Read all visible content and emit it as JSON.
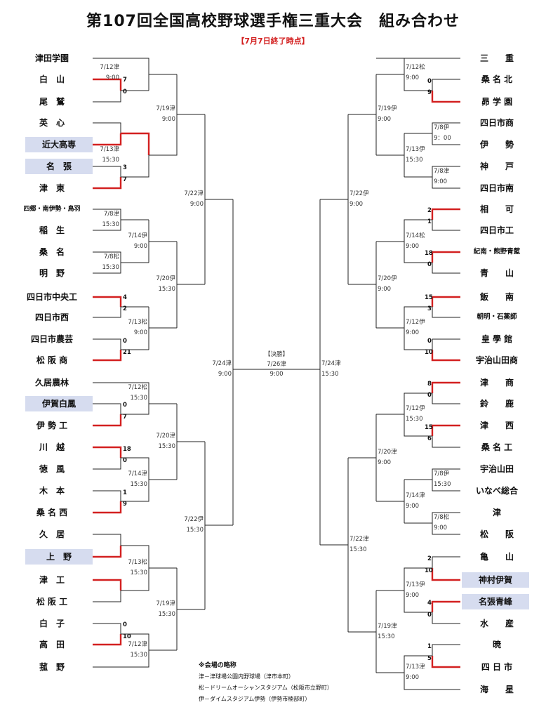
{
  "title": "第107回全国高校野球選手権三重大会　組み合わせ",
  "subtitle": "【7月7日終了時点】",
  "left_teams": [
    "津田学園",
    "白　山",
    "尾　鷲",
    "英　心",
    "近大高専",
    "名　張",
    "津　東",
    "四郷・南伊勢・鳥羽",
    "稲　生",
    "桑　名",
    "明　野",
    "四日市中央工",
    "四日市西",
    "四日市農芸",
    "松 阪 商",
    "久居農林",
    "伊賀白鳳",
    "伊 勢 工",
    "川　越",
    "徳　風",
    "木　本",
    "桑 名 西",
    "久　居",
    "上　野",
    "津　工",
    "松 阪 工",
    "白　子",
    "高　田",
    "菰　野"
  ],
  "right_teams": [
    "三　　重",
    "桑 名 北",
    "昴 学 園",
    "四日市商",
    "伊　　勢",
    "神　　戸",
    "四日市南",
    "相　　可",
    "四日市工",
    "紀南・熊野青藍",
    "青　　山",
    "飯　　南",
    "朝明・石薬師",
    "皇 學 館",
    "宇治山田商",
    "津　　商",
    "鈴　　鹿",
    "津　　西",
    "桑 名 工",
    "宇治山田",
    "いなべ総合",
    "津",
    "松　　阪",
    "亀　　山",
    "神村伊賀",
    "名張青峰",
    "水　　産",
    "暁",
    "四 日 市",
    "海　　星"
  ],
  "left_r1": [
    {
      "date": "7/12津",
      "time": "9:00",
      "scores": [
        "7",
        "0"
      ]
    },
    {
      "date": "7/13津",
      "time": "15:30",
      "scores": [
        "3",
        "7"
      ]
    },
    {
      "date": "7/8津",
      "time": "15:30",
      "scores": []
    },
    {
      "date": "7/8松",
      "time": "15:30",
      "scores": []
    },
    {
      "date": "7/12松",
      "time": "15:30",
      "scores": [
        "0",
        "7"
      ]
    },
    {
      "date": "7/14津",
      "time": "15:30",
      "scores": [
        "1",
        "9"
      ]
    },
    {
      "date": "7/12津",
      "time": "15:30",
      "scores": [
        "0",
        "10"
      ]
    }
  ],
  "left_r2": [
    {
      "date": "7/19津",
      "time": "9:00"
    },
    {
      "date": "7/14伊",
      "time": "9:00"
    },
    {
      "date": "7/13松",
      "time": "9:00",
      "scores": [
        "4",
        "2",
        "0",
        "21"
      ]
    },
    {
      "date": "7/20津",
      "time": "15:30"
    },
    {
      "date": "7/13松",
      "time": "15:30",
      "scores": [
        "18",
        "0"
      ]
    },
    {
      "date": "7/19津",
      "time": "15:30"
    }
  ],
  "left_r3": [
    {
      "date": "7/22津",
      "time": "9:00"
    },
    {
      "date": "7/20伊",
      "time": "15:30"
    },
    {
      "date": "7/22伊",
      "time": "15:30"
    }
  ],
  "left_r4": {
    "date": "7/24津",
    "time": "9:00"
  },
  "right_r1": [
    {
      "date": "7/12松",
      "time": "9:00",
      "scores": [
        "0",
        "9"
      ]
    },
    {
      "date": "7/8伊",
      "time": "9：00",
      "scores": []
    },
    {
      "date": "7/8津",
      "time": "9:00",
      "scores": []
    },
    {
      "date": "7/14松",
      "time": "9:00",
      "scores": [
        "2",
        "1",
        "18",
        "0"
      ]
    },
    {
      "date": "7/12伊",
      "time": "9:00",
      "scores": [
        "15",
        "3",
        "0",
        "10"
      ]
    },
    {
      "date": "7/12伊",
      "time": "15:30",
      "scores": [
        "8",
        "0",
        "15",
        "6"
      ]
    },
    {
      "date": "7/8伊",
      "time": "15:30",
      "scores": []
    },
    {
      "date": "7/8松",
      "time": "9:00",
      "scores": []
    },
    {
      "date": "7/13伊",
      "time": "9:00",
      "scores": [
        "2",
        "10",
        "4",
        "0"
      ]
    },
    {
      "date": "7/13津",
      "time": "9:00",
      "scores": [
        "1",
        "5"
      ]
    }
  ],
  "right_r2": [
    {
      "date": "7/19伊",
      "time": "9:00"
    },
    {
      "date": "7/13伊",
      "time": "15:30"
    },
    {
      "date": "7/20伊",
      "time": "9:00"
    },
    {
      "date": "7/20津",
      "time": "9:00"
    },
    {
      "date": "7/14津",
      "time": "9:00"
    },
    {
      "date": "7/19津",
      "time": "15:30"
    }
  ],
  "right_r3": [
    {
      "date": "7/22伊",
      "time": "9:00"
    },
    {
      "date": "7/22津",
      "time": "15:30"
    }
  ],
  "right_r4": {
    "date": "7/24津",
    "time": "15:30"
  },
  "final": {
    "label": "【決勝】",
    "date": "7/26津",
    "time": "9:00"
  },
  "notes": {
    "title": "※会場の略称",
    "lines": [
      "津－津球場公園内野球場（津市本町）",
      "松－ドリームオーシャンスタジアム（松阪市立野町）",
      "伊－ダイムスタジアム伊勢（伊勢市楠部町）"
    ]
  },
  "colors": {
    "winner_line": "#d32020",
    "line": "#222222",
    "highlight": "#d6dcef"
  }
}
